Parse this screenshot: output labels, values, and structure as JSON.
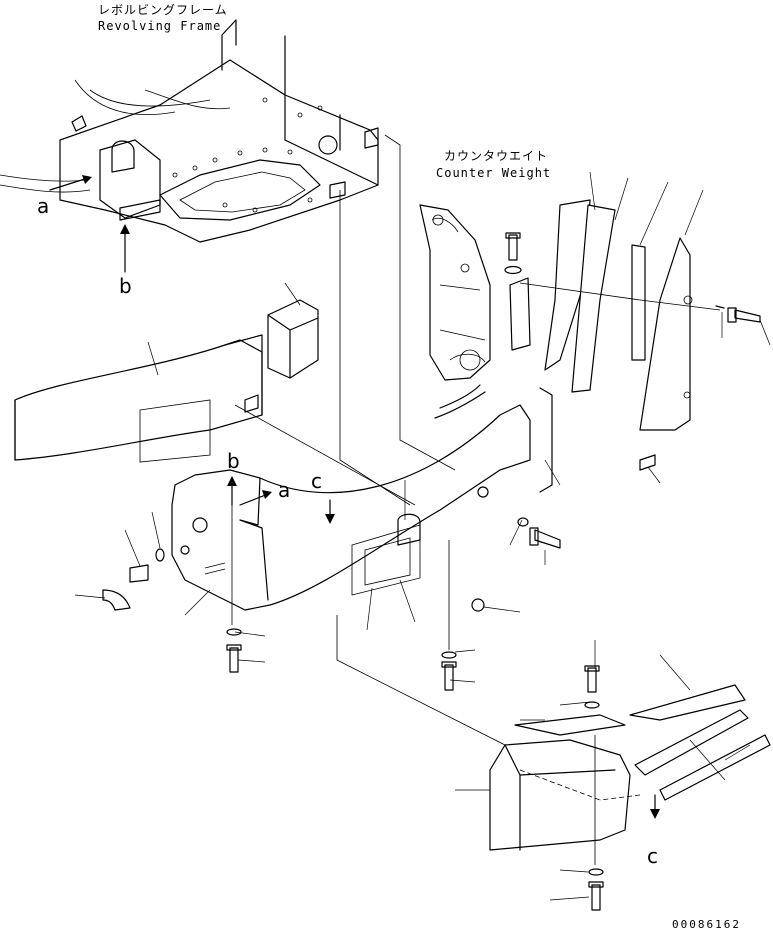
{
  "titles": {
    "revolving_frame_jp": "レボルビングフレーム",
    "revolving_frame_en": "Revolving Frame",
    "counterweight_jp": "カウンタウエイト",
    "counterweight_en": "Counter Weight"
  },
  "markers": {
    "a": "a",
    "b": "b",
    "c": "c"
  },
  "drawing_number": "00086162"
}
